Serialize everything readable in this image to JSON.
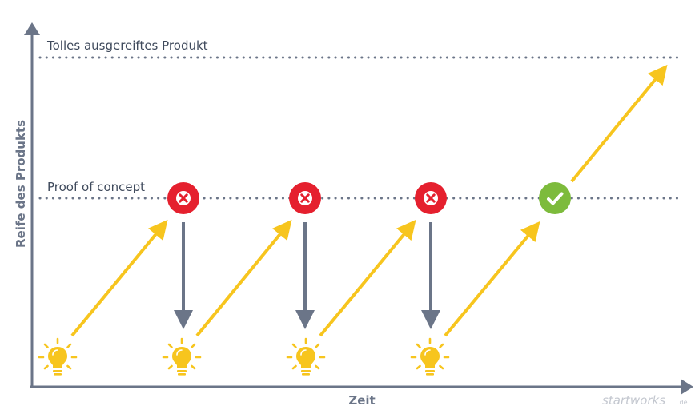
{
  "diagram": {
    "y_axis_label": "Reife des Produkts",
    "x_axis_label": "Zeit",
    "levels": {
      "top": "Tolles ausgereiftes Produkt",
      "middle": "Proof of concept"
    },
    "attempts": [
      {
        "result": "fail",
        "icon": "x-icon"
      },
      {
        "result": "fail",
        "icon": "x-icon"
      },
      {
        "result": "fail",
        "icon": "x-icon"
      },
      {
        "result": "success",
        "icon": "check-icon"
      }
    ],
    "idea_icon": "lightbulb-icon",
    "watermark": "startworks",
    "watermark_suffix": ".de",
    "colors": {
      "axis": "#6b7588",
      "dotted_line": "#6b7588",
      "arrow_yellow": "#f7c51e",
      "arrow_down": "#6b7588",
      "fail": "#e5202e",
      "success": "#7dbb3c",
      "bulb": "#f7c51e"
    }
  }
}
